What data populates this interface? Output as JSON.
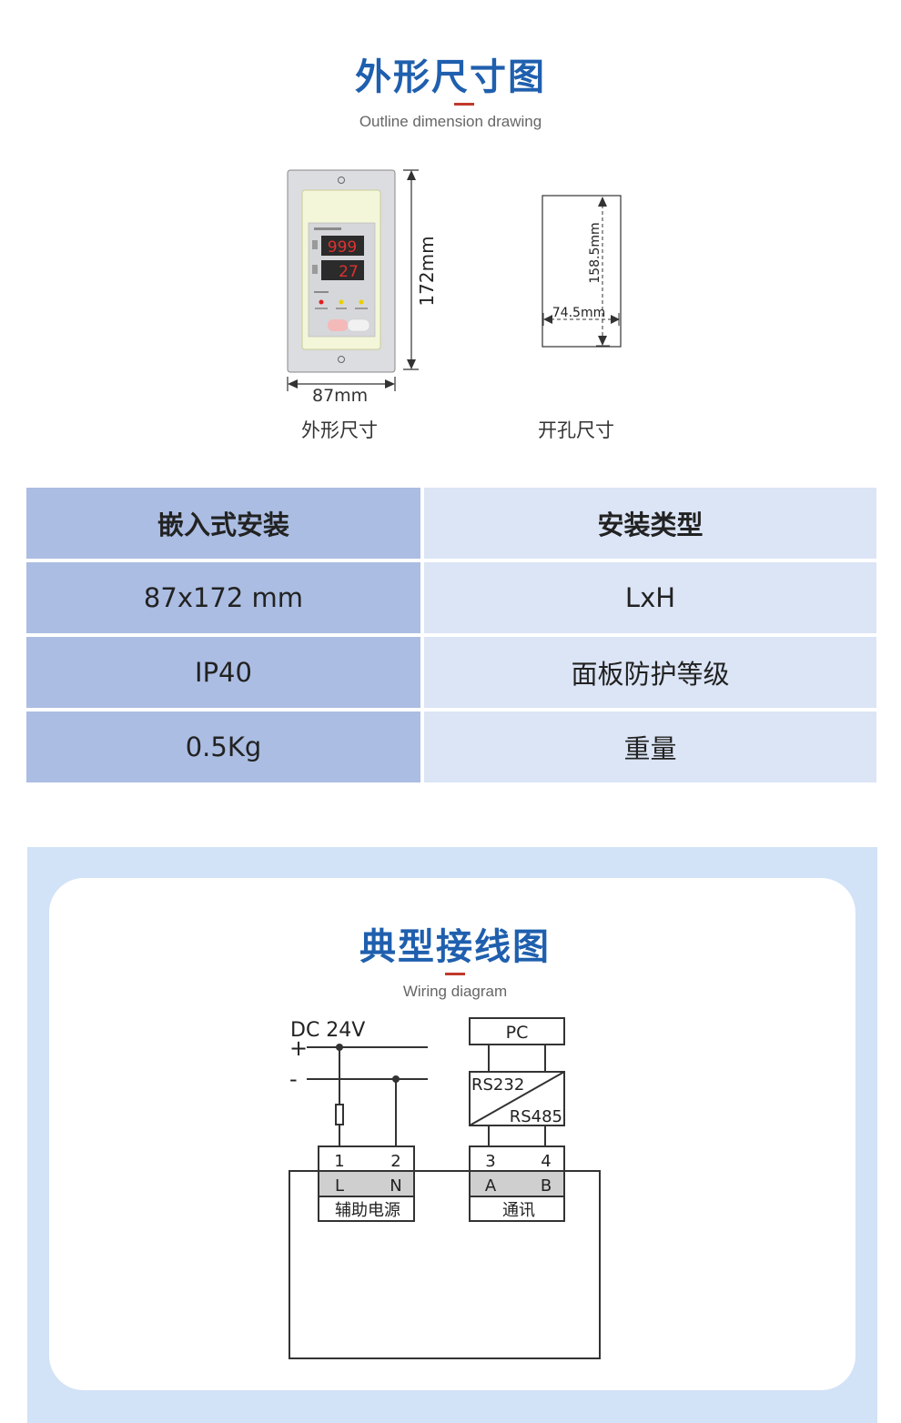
{
  "outline": {
    "title": "外形尺寸图",
    "subtitle": "Outline dimension drawing",
    "height_label": "172mm",
    "width_label": "87mm",
    "caption_outline": "外形尺寸",
    "cutout_height_label": "158.5mm",
    "cutout_width_label": "74.5mm",
    "caption_cutout": "开孔尺寸",
    "display_top": "999",
    "display_bottom": "27"
  },
  "specs": {
    "header": {
      "col1": "嵌入式安装",
      "col2": "安装类型"
    },
    "rows": [
      {
        "value": "87x172 mm",
        "label": "LxH"
      },
      {
        "value": "IP40",
        "label": "面板防护等级"
      },
      {
        "value": "0.5Kg",
        "label": "重量"
      }
    ]
  },
  "wiring": {
    "title": "典型接线图",
    "subtitle": "Wiring diagram",
    "power_label": "DC 24V",
    "plus": "+",
    "minus": "-",
    "pc_label": "PC",
    "converter_top": "RS232",
    "converter_bottom": "RS485",
    "power_block": {
      "pins": [
        "1",
        "2"
      ],
      "signals": [
        "L",
        "N"
      ],
      "name": "辅助电源"
    },
    "comm_block": {
      "pins": [
        "3",
        "4"
      ],
      "signals": [
        "A",
        "B"
      ],
      "name": "通讯"
    }
  },
  "colors": {
    "title_blue": "#1f5fae",
    "accent_red": "#c0392b",
    "table_left": "#abbde2",
    "table_right": "#dce5f6",
    "panel_bg": "#d2e2f7"
  }
}
